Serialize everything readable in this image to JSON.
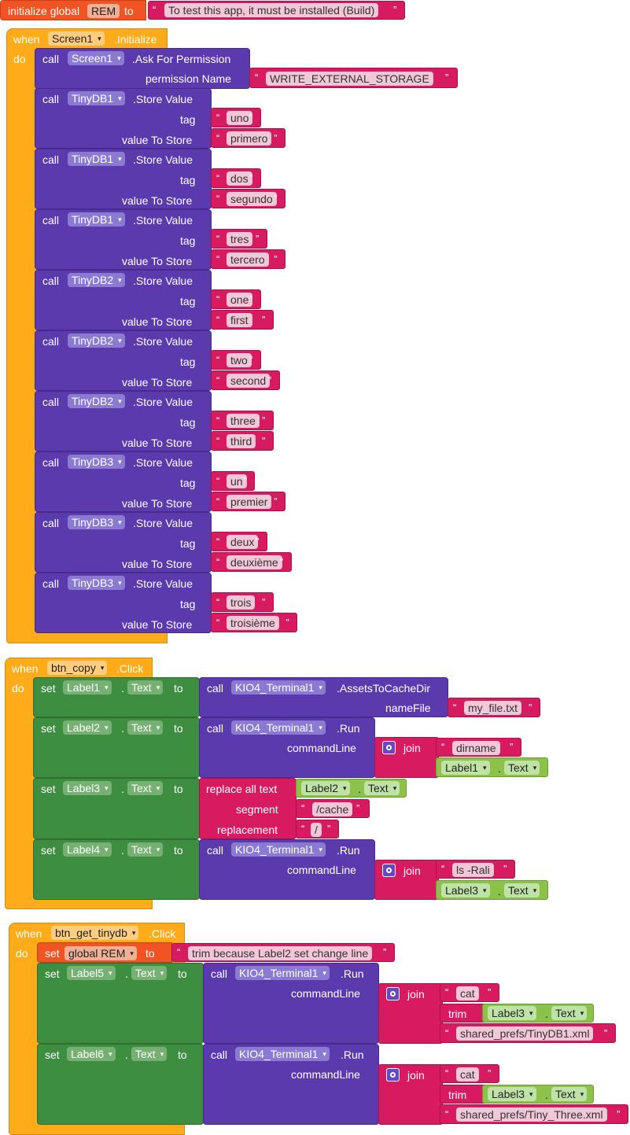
{
  "colors": {
    "control": "#ffab1a",
    "component_method": "#5b3aae",
    "component_setter": "#3e8e41",
    "component_getter": "#8dc24a",
    "text": "#d81b60",
    "variable": "#f05423"
  },
  "icons": {
    "mutator": "gear-icon",
    "dropdown": "chevron-down-icon"
  },
  "kw": {
    "when": "when",
    "do": "do",
    "call": "call",
    "set": "set",
    "to": "to",
    "initialize_global": "initialize global",
    "global": "global",
    "join": "join",
    "trim": "trim",
    "replace_all_text": "replace all text",
    "segment": "segment",
    "replacement": "replacement",
    "tag": "tag",
    "value_to_store": "value To Store",
    "permission_name": "permission Name",
    "command_line": "commandLine",
    "name_file": "nameFile",
    "dot": ".",
    "open_quote": "“",
    "close_quote": "”",
    "dropdown_arrow": "▾"
  },
  "global_init": {
    "name": "REM",
    "value": "To test this app, it must be installed (Build)"
  },
  "screen_init": {
    "component": "Screen1",
    "event": ".Initialize",
    "permission_call": {
      "component": "Screen1",
      "method": ".Ask For Permission",
      "value": "WRITE_EXTERNAL_STORAGE"
    },
    "store_calls": [
      {
        "component": "TinyDB1",
        "method": ".Store Value",
        "tag": "uno",
        "value": "primero"
      },
      {
        "component": "TinyDB1",
        "method": ".Store Value",
        "tag": "dos",
        "value": "segundo"
      },
      {
        "component": "TinyDB1",
        "method": ".Store Value",
        "tag": "tres",
        "value": "tercero"
      },
      {
        "component": "TinyDB2",
        "method": ".Store Value",
        "tag": "one",
        "value": "first"
      },
      {
        "component": "TinyDB2",
        "method": ".Store Value",
        "tag": "two",
        "value": "second"
      },
      {
        "component": "TinyDB2",
        "method": ".Store Value",
        "tag": "three",
        "value": "third"
      },
      {
        "component": "TinyDB3",
        "method": ".Store Value",
        "tag": "un",
        "value": "premier"
      },
      {
        "component": "TinyDB3",
        "method": ".Store Value",
        "tag": "deux",
        "value": "deuxième"
      },
      {
        "component": "TinyDB3",
        "method": ".Store Value",
        "tag": "trois",
        "value": "troisième"
      }
    ]
  },
  "btn_copy": {
    "component": "btn_copy",
    "event": ".Click",
    "row1": {
      "label": "Label1",
      "prop": "Text",
      "component": "KIO4_Terminal1",
      "method": ".AssetsToCacheDir",
      "file": "my_file.txt"
    },
    "row2": {
      "label": "Label2",
      "prop": "Text",
      "component": "KIO4_Terminal1",
      "method": ".Run",
      "join_text": "dirname ",
      "get_label": "Label1",
      "get_prop": "Text"
    },
    "row3": {
      "label": "Label3",
      "prop": "Text",
      "get_label": "Label2",
      "get_prop": "Text",
      "segment": "/cache",
      "replacement": "/"
    },
    "row4": {
      "label": "Label4",
      "prop": "Text",
      "component": "KIO4_Terminal1",
      "method": ".Run",
      "join_text": "ls -Rali",
      "get_label": "Label3",
      "get_prop": "Text"
    }
  },
  "btn_get_tinydb": {
    "component": "btn_get_tinydb",
    "event": ".Click",
    "set_global": {
      "name": "REM",
      "value": "trim because Label2 set change line"
    },
    "row1": {
      "label": "Label5",
      "prop": "Text",
      "component": "KIO4_Terminal1",
      "method": ".Run",
      "text1": "cat ",
      "get_label": "Label3",
      "get_prop": "Text",
      "text2": "shared_prefs/TinyDB1.xml"
    },
    "row2": {
      "label": "Label6",
      "prop": "Text",
      "component": "KIO4_Terminal1",
      "method": ".Run",
      "text1": "cat ",
      "get_label": "Label3",
      "get_prop": "Text",
      "text2": "shared_prefs/Tiny_Three.xml"
    }
  }
}
